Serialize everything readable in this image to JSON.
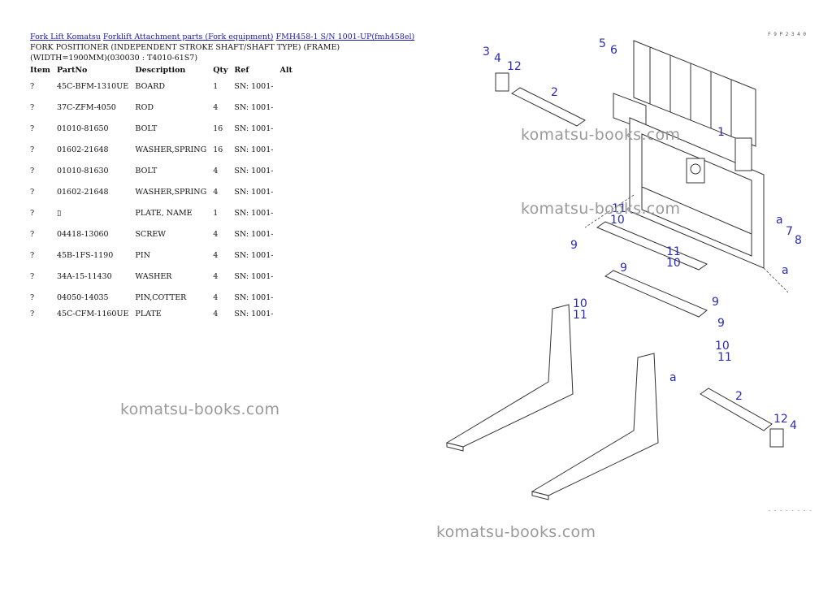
{
  "breadcrumb": {
    "links": [
      "Fork Lift Komatsu",
      "Forklift Attachment parts (Fork equipment)",
      "FMH458-1 S/N 1001-UP(fmh458el)"
    ]
  },
  "page_title": "FORK POSITIONER (INDEPENDENT STROKE SHAFT/SHAFT TYPE) (FRAME) (WIDTH=1900MM)(030030 : T4010-61S7)",
  "table": {
    "headers": [
      "Item",
      "PartNo",
      "Description",
      "Qty",
      "Ref",
      "Alt"
    ],
    "rows": [
      {
        "item": "?",
        "part": "45C-BFM-1310UE",
        "desc": "BOARD",
        "qty": "1",
        "ref": "SN: 1001-",
        "alt": ""
      },
      {
        "item": "?",
        "part": "37C-ZFM-4050",
        "desc": "ROD",
        "qty": "4",
        "ref": "SN: 1001-",
        "alt": ""
      },
      {
        "item": "?",
        "part": "01010-81650",
        "desc": "BOLT",
        "qty": "16",
        "ref": "SN: 1001-",
        "alt": ""
      },
      {
        "item": "?",
        "part": "01602-21648",
        "desc": "WASHER,SPRING",
        "qty": "16",
        "ref": "SN: 1001-",
        "alt": ""
      },
      {
        "item": "?",
        "part": "01010-81630",
        "desc": "BOLT",
        "qty": "4",
        "ref": "SN: 1001-",
        "alt": ""
      },
      {
        "item": "?",
        "part": "01602-21648",
        "desc": "WASHER,SPRING",
        "qty": "4",
        "ref": "SN: 1001-",
        "alt": ""
      },
      {
        "item": "?",
        "part": "▯",
        "desc": "PLATE, NAME",
        "qty": "1",
        "ref": "SN: 1001-",
        "alt": ""
      },
      {
        "item": "?",
        "part": "04418-13060",
        "desc": "SCREW",
        "qty": "4",
        "ref": "SN: 1001-",
        "alt": ""
      },
      {
        "item": "?",
        "part": "45B-1FS-1190",
        "desc": "PIN",
        "qty": "4",
        "ref": "SN: 1001-",
        "alt": ""
      },
      {
        "item": "?",
        "part": "34A-15-11430",
        "desc": "WASHER",
        "qty": "4",
        "ref": "SN: 1001-",
        "alt": ""
      },
      {
        "item": "?",
        "part": "04050-14035",
        "desc": "PIN,COTTER",
        "qty": "4",
        "ref": "SN: 1001-",
        "alt": ""
      },
      {
        "item": "?",
        "part": "45C-CFM-1160UE",
        "desc": "PLATE",
        "qty": "4",
        "ref": "SN: 1001-",
        "alt": ""
      }
    ]
  },
  "watermark": "komatsu-books.com",
  "diagram": {
    "labels": [
      "1",
      "2",
      "2",
      "3",
      "4",
      "4",
      "5",
      "6",
      "7",
      "8",
      "9",
      "9",
      "9",
      "9",
      "10",
      "10",
      "10",
      "10",
      "11",
      "11",
      "11",
      "11",
      "12",
      "12",
      "a",
      "a",
      "a"
    ],
    "corner_code": "F 9 P 2 3 4 0",
    "bottom_code": "- - - - - - - -",
    "label_color": "#2a2ab8"
  }
}
